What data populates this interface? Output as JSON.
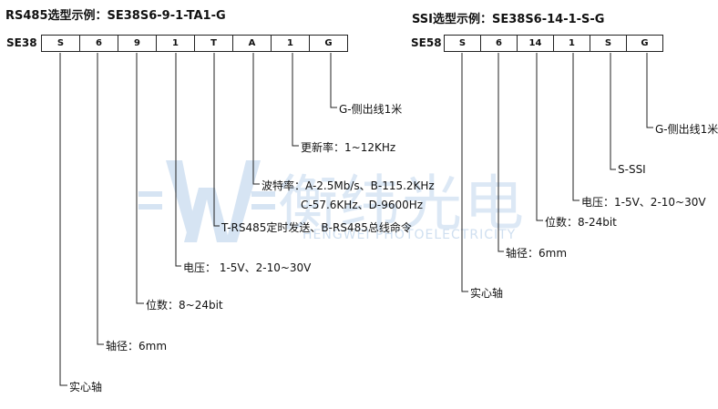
{
  "watermark": {
    "brand_cn": "衡纬光电",
    "brand_en": "HENGWEI PHOTOELECTRICITY",
    "color": "#c6d9ee"
  },
  "left": {
    "title": "RS485选型示例：SE38S6-9-1-TA1-G",
    "prefix": "SE38",
    "codes": [
      "S",
      "6",
      "9",
      "1",
      "T",
      "A",
      "1",
      "G"
    ],
    "annotations": {
      "solid_shaft": "实心轴",
      "shaft_diameter": "轴径：6mm",
      "bits": "位数：8~24bit",
      "voltage": "电压： 1-5V、2-10~30V",
      "t_rs485": "T-RS485定时发送、B-RS485总线命令",
      "baud_line1": "波特率：A-2.5Mb/s、B-115.2KHz",
      "baud_line2": "C-57.6KHz、D-9600Hz",
      "update_rate": "更新率：1~12KHz",
      "g_side": "G-侧出线1米"
    }
  },
  "right": {
    "title": "SSI选型示例：SE38S6-14-1-S-G",
    "prefix": "SE58",
    "codes": [
      "S",
      "6",
      "14",
      "1",
      "S",
      "G"
    ],
    "annotations": {
      "solid_shaft": "实心轴",
      "shaft_diameter": "轴径：6mm",
      "bits": "位数：8-24bit",
      "voltage": "电压：1-5V、2-10~30V",
      "ssi": "S-SSI",
      "g_side": "G-侧出线1米"
    }
  }
}
